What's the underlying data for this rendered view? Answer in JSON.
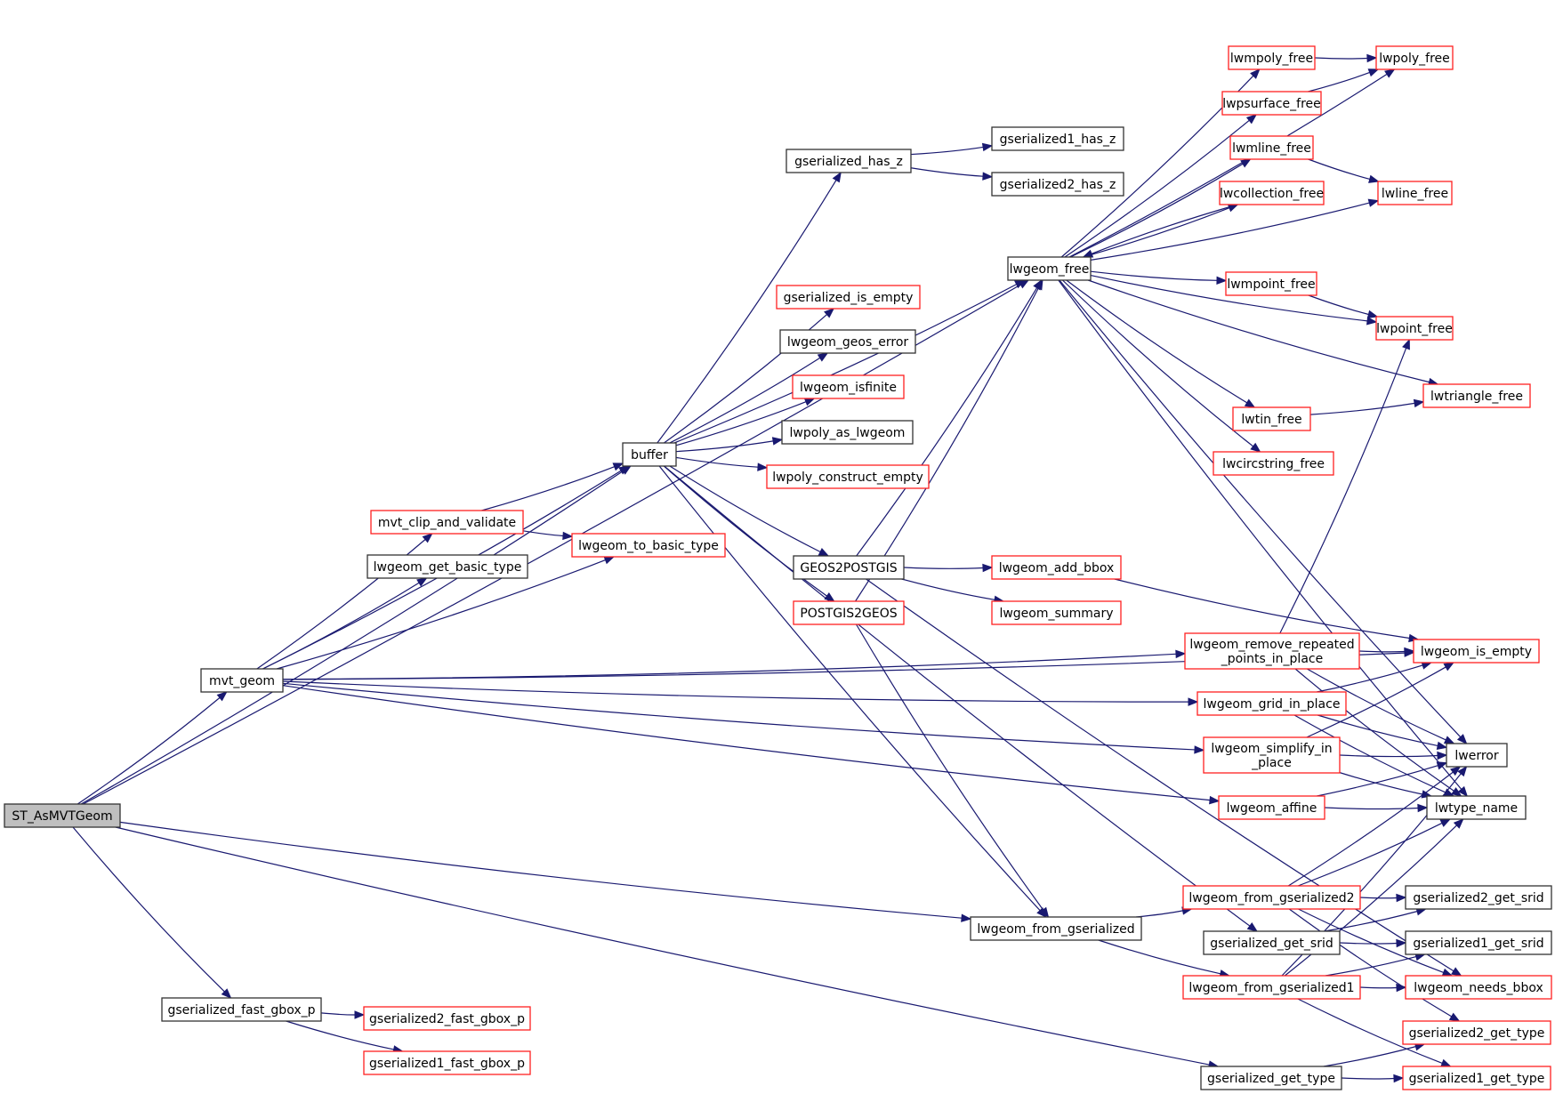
{
  "diagram": {
    "title": "ST_AsMVTGeom call graph",
    "colors": {
      "edge": "#191970",
      "documented_border": "#333333",
      "undocumented_border": "#ff2020",
      "root_fill": "#bfbfbf"
    },
    "nodes": [
      {
        "id": "ST_AsMVTGeom",
        "lines": [
          "ST_AsMVTGeom"
        ],
        "style": "root"
      },
      {
        "id": "mvt_geom",
        "lines": [
          "mvt_geom"
        ],
        "style": "black"
      },
      {
        "id": "buffer",
        "lines": [
          "buffer"
        ],
        "style": "black"
      },
      {
        "id": "mvt_clip_and_validate",
        "lines": [
          "mvt_clip_and_validate"
        ],
        "style": "red"
      },
      {
        "id": "lwgeom_get_basic_type",
        "lines": [
          "lwgeom_get_basic_type"
        ],
        "style": "black"
      },
      {
        "id": "lwgeom_to_basic_type",
        "lines": [
          "lwgeom_to_basic_type"
        ],
        "style": "red"
      },
      {
        "id": "gserialized_has_z",
        "lines": [
          "gserialized_has_z"
        ],
        "style": "black"
      },
      {
        "id": "gserialized1_has_z",
        "lines": [
          "gserialized1_has_z"
        ],
        "style": "black"
      },
      {
        "id": "gserialized2_has_z",
        "lines": [
          "gserialized2_has_z"
        ],
        "style": "black"
      },
      {
        "id": "gserialized_is_empty",
        "lines": [
          "gserialized_is_empty"
        ],
        "style": "red"
      },
      {
        "id": "lwgeom_geos_error",
        "lines": [
          "lwgeom_geos_error"
        ],
        "style": "black"
      },
      {
        "id": "lwgeom_isfinite",
        "lines": [
          "lwgeom_isfinite"
        ],
        "style": "red"
      },
      {
        "id": "lwpoly_as_lwgeom",
        "lines": [
          "lwpoly_as_lwgeom"
        ],
        "style": "black"
      },
      {
        "id": "lwpoly_construct_empty",
        "lines": [
          "lwpoly_construct_empty"
        ],
        "style": "red"
      },
      {
        "id": "GEOS2POSTGIS",
        "lines": [
          "GEOS2POSTGIS"
        ],
        "style": "black"
      },
      {
        "id": "POSTGIS2GEOS",
        "lines": [
          "POSTGIS2GEOS"
        ],
        "style": "red"
      },
      {
        "id": "lwgeom_add_bbox",
        "lines": [
          "lwgeom_add_bbox"
        ],
        "style": "red"
      },
      {
        "id": "lwgeom_summary",
        "lines": [
          "lwgeom_summary"
        ],
        "style": "red"
      },
      {
        "id": "lwgeom_free",
        "lines": [
          "lwgeom_free"
        ],
        "style": "black"
      },
      {
        "id": "lwmpoly_free",
        "lines": [
          "lwmpoly_free"
        ],
        "style": "red"
      },
      {
        "id": "lwpsurface_free",
        "lines": [
          "lwpsurface_free"
        ],
        "style": "red"
      },
      {
        "id": "lwmline_free",
        "lines": [
          "lwmline_free"
        ],
        "style": "red"
      },
      {
        "id": "lwcollection_free",
        "lines": [
          "lwcollection_free"
        ],
        "style": "red"
      },
      {
        "id": "lwmpoint_free",
        "lines": [
          "lwmpoint_free"
        ],
        "style": "red"
      },
      {
        "id": "lwtin_free",
        "lines": [
          "lwtin_free"
        ],
        "style": "red"
      },
      {
        "id": "lwcircstring_free",
        "lines": [
          "lwcircstring_free"
        ],
        "style": "red"
      },
      {
        "id": "lwpoly_free",
        "lines": [
          "lwpoly_free"
        ],
        "style": "red"
      },
      {
        "id": "lwline_free",
        "lines": [
          "lwline_free"
        ],
        "style": "red"
      },
      {
        "id": "lwpoint_free",
        "lines": [
          "lwpoint_free"
        ],
        "style": "red"
      },
      {
        "id": "lwtriangle_free",
        "lines": [
          "lwtriangle_free"
        ],
        "style": "red"
      },
      {
        "id": "lwgeom_remove_repeated_points_in_place",
        "lines": [
          "lwgeom_remove_repeated",
          "_points_in_place"
        ],
        "style": "red"
      },
      {
        "id": "lwgeom_grid_in_place",
        "lines": [
          "lwgeom_grid_in_place"
        ],
        "style": "red"
      },
      {
        "id": "lwgeom_simplify_in_place",
        "lines": [
          "lwgeom_simplify_in",
          "_place"
        ],
        "style": "red"
      },
      {
        "id": "lwgeom_affine",
        "lines": [
          "lwgeom_affine"
        ],
        "style": "red"
      },
      {
        "id": "lwgeom_is_empty",
        "lines": [
          "lwgeom_is_empty"
        ],
        "style": "red"
      },
      {
        "id": "lwerror",
        "lines": [
          "lwerror"
        ],
        "style": "black"
      },
      {
        "id": "lwtype_name",
        "lines": [
          "lwtype_name"
        ],
        "style": "black"
      },
      {
        "id": "lwgeom_from_gserialized",
        "lines": [
          "lwgeom_from_gserialized"
        ],
        "style": "black"
      },
      {
        "id": "lwgeom_from_gserialized2",
        "lines": [
          "lwgeom_from_gserialized2"
        ],
        "style": "red"
      },
      {
        "id": "lwgeom_from_gserialized1",
        "lines": [
          "lwgeom_from_gserialized1"
        ],
        "style": "red"
      },
      {
        "id": "gserialized_get_srid",
        "lines": [
          "gserialized_get_srid"
        ],
        "style": "black"
      },
      {
        "id": "gserialized2_get_srid",
        "lines": [
          "gserialized2_get_srid"
        ],
        "style": "black"
      },
      {
        "id": "gserialized1_get_srid",
        "lines": [
          "gserialized1_get_srid"
        ],
        "style": "black"
      },
      {
        "id": "lwgeom_needs_bbox",
        "lines": [
          "lwgeom_needs_bbox"
        ],
        "style": "red"
      },
      {
        "id": "gserialized2_get_type",
        "lines": [
          "gserialized2_get_type"
        ],
        "style": "red"
      },
      {
        "id": "gserialized1_get_type",
        "lines": [
          "gserialized1_get_type"
        ],
        "style": "red"
      },
      {
        "id": "gserialized_get_type",
        "lines": [
          "gserialized_get_type"
        ],
        "style": "black"
      },
      {
        "id": "gserialized_fast_gbox_p",
        "lines": [
          "gserialized_fast_gbox_p"
        ],
        "style": "black"
      },
      {
        "id": "gserialized2_fast_gbox_p",
        "lines": [
          "gserialized2_fast_gbox_p"
        ],
        "style": "red"
      },
      {
        "id": "gserialized1_fast_gbox_p",
        "lines": [
          "gserialized1_fast_gbox_p"
        ],
        "style": "red"
      }
    ],
    "edges": [
      [
        "ST_AsMVTGeom",
        "mvt_geom"
      ],
      [
        "ST_AsMVTGeom",
        "buffer"
      ],
      [
        "ST_AsMVTGeom",
        "lwgeom_free"
      ],
      [
        "ST_AsMVTGeom",
        "lwgeom_from_gserialized"
      ],
      [
        "ST_AsMVTGeom",
        "gserialized_fast_gbox_p"
      ],
      [
        "ST_AsMVTGeom",
        "gserialized_get_type"
      ],
      [
        "mvt_geom",
        "buffer"
      ],
      [
        "mvt_geom",
        "mvt_clip_and_validate"
      ],
      [
        "mvt_geom",
        "lwgeom_get_basic_type"
      ],
      [
        "mvt_geom",
        "lwgeom_to_basic_type"
      ],
      [
        "mvt_geom",
        "lwgeom_is_empty"
      ],
      [
        "mvt_geom",
        "lwgeom_remove_repeated_points_in_place"
      ],
      [
        "mvt_geom",
        "lwgeom_grid_in_place"
      ],
      [
        "mvt_geom",
        "lwgeom_simplify_in_place"
      ],
      [
        "mvt_geom",
        "lwgeom_affine"
      ],
      [
        "mvt_clip_and_validate",
        "buffer"
      ],
      [
        "mvt_clip_and_validate",
        "lwgeom_to_basic_type"
      ],
      [
        "buffer",
        "gserialized_has_z"
      ],
      [
        "buffer",
        "lwgeom_free"
      ],
      [
        "buffer",
        "gserialized_is_empty"
      ],
      [
        "buffer",
        "lwgeom_geos_error"
      ],
      [
        "buffer",
        "lwgeom_isfinite"
      ],
      [
        "buffer",
        "lwpoly_as_lwgeom"
      ],
      [
        "buffer",
        "lwpoly_construct_empty"
      ],
      [
        "buffer",
        "GEOS2POSTGIS"
      ],
      [
        "buffer",
        "POSTGIS2GEOS"
      ],
      [
        "buffer",
        "lwgeom_from_gserialized"
      ],
      [
        "buffer",
        "gserialized_get_srid"
      ],
      [
        "gserialized_has_z",
        "gserialized1_has_z"
      ],
      [
        "gserialized_has_z",
        "gserialized2_has_z"
      ],
      [
        "GEOS2POSTGIS",
        "lwgeom_free"
      ],
      [
        "GEOS2POSTGIS",
        "lwgeom_add_bbox"
      ],
      [
        "GEOS2POSTGIS",
        "lwgeom_summary"
      ],
      [
        "GEOS2POSTGIS",
        "lwgeom_needs_bbox"
      ],
      [
        "POSTGIS2GEOS",
        "lwgeom_free"
      ],
      [
        "POSTGIS2GEOS",
        "lwgeom_from_gserialized"
      ],
      [
        "lwgeom_add_bbox",
        "lwgeom_is_empty"
      ],
      [
        "lwgeom_free",
        "lwmpoly_free"
      ],
      [
        "lwgeom_free",
        "lwpoly_free"
      ],
      [
        "lwgeom_free",
        "lwpsurface_free"
      ],
      [
        "lwgeom_free",
        "lwmline_free"
      ],
      [
        "lwgeom_free",
        "lwcollection_free"
      ],
      [
        "lwgeom_free",
        "lwline_free"
      ],
      [
        "lwgeom_free",
        "lwmpoint_free"
      ],
      [
        "lwgeom_free",
        "lwpoint_free"
      ],
      [
        "lwgeom_free",
        "lwtriangle_free"
      ],
      [
        "lwgeom_free",
        "lwtin_free"
      ],
      [
        "lwgeom_free",
        "lwcircstring_free"
      ],
      [
        "lwgeom_free",
        "lwerror"
      ],
      [
        "lwgeom_free",
        "lwtype_name"
      ],
      [
        "lwcollection_free",
        "lwgeom_free"
      ],
      [
        "lwmpoly_free",
        "lwpoly_free"
      ],
      [
        "lwpsurface_free",
        "lwpoly_free"
      ],
      [
        "lwmline_free",
        "lwline_free"
      ],
      [
        "lwmpoint_free",
        "lwpoint_free"
      ],
      [
        "lwtin_free",
        "lwtriangle_free"
      ],
      [
        "lwgeom_remove_repeated_points_in_place",
        "lwpoint_free"
      ],
      [
        "lwgeom_remove_repeated_points_in_place",
        "lwgeom_is_empty"
      ],
      [
        "lwgeom_remove_repeated_points_in_place",
        "lwerror"
      ],
      [
        "lwgeom_remove_repeated_points_in_place",
        "lwtype_name"
      ],
      [
        "lwgeom_grid_in_place",
        "lwgeom_is_empty"
      ],
      [
        "lwgeom_grid_in_place",
        "lwerror"
      ],
      [
        "lwgeom_grid_in_place",
        "lwtype_name"
      ],
      [
        "lwgeom_simplify_in_place",
        "lwgeom_is_empty"
      ],
      [
        "lwgeom_simplify_in_place",
        "lwerror"
      ],
      [
        "lwgeom_simplify_in_place",
        "lwtype_name"
      ],
      [
        "lwgeom_affine",
        "lwerror"
      ],
      [
        "lwgeom_affine",
        "lwtype_name"
      ],
      [
        "lwgeom_from_gserialized",
        "lwgeom_from_gserialized2"
      ],
      [
        "lwgeom_from_gserialized",
        "lwgeom_from_gserialized1"
      ],
      [
        "lwgeom_from_gserialized2",
        "lwerror"
      ],
      [
        "lwgeom_from_gserialized2",
        "lwtype_name"
      ],
      [
        "lwgeom_from_gserialized2",
        "gserialized2_get_srid"
      ],
      [
        "lwgeom_from_gserialized2",
        "lwgeom_needs_bbox"
      ],
      [
        "lwgeom_from_gserialized2",
        "gserialized2_get_type"
      ],
      [
        "lwgeom_from_gserialized1",
        "lwerror"
      ],
      [
        "lwgeom_from_gserialized1",
        "lwtype_name"
      ],
      [
        "lwgeom_from_gserialized1",
        "gserialized1_get_srid"
      ],
      [
        "lwgeom_from_gserialized1",
        "lwgeom_needs_bbox"
      ],
      [
        "lwgeom_from_gserialized1",
        "gserialized1_get_type"
      ],
      [
        "gserialized_get_srid",
        "gserialized2_get_srid"
      ],
      [
        "gserialized_get_srid",
        "gserialized1_get_srid"
      ],
      [
        "gserialized_get_type",
        "gserialized2_get_type"
      ],
      [
        "gserialized_get_type",
        "gserialized1_get_type"
      ],
      [
        "gserialized_fast_gbox_p",
        "gserialized2_fast_gbox_p"
      ],
      [
        "gserialized_fast_gbox_p",
        "gserialized1_fast_gbox_p"
      ]
    ]
  }
}
